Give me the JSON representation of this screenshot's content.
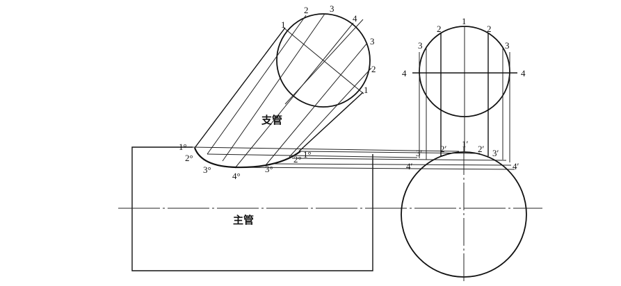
{
  "labels": {
    "branch_pipe": "支管",
    "main_pipe": "主管",
    "branch_end": [
      "1",
      "2",
      "3",
      "4",
      "3",
      "2",
      "1"
    ],
    "side_top": [
      "1",
      "2",
      "2",
      "3",
      "3"
    ],
    "side_mid": [
      "4",
      "4"
    ],
    "intersection_front": [
      "1°",
      "2°",
      "3°",
      "4°",
      "3°",
      "2°",
      "1°"
    ],
    "intersection_side": [
      "1′",
      "2′",
      "2′",
      "3′",
      "3′",
      "4′",
      "4′"
    ]
  }
}
